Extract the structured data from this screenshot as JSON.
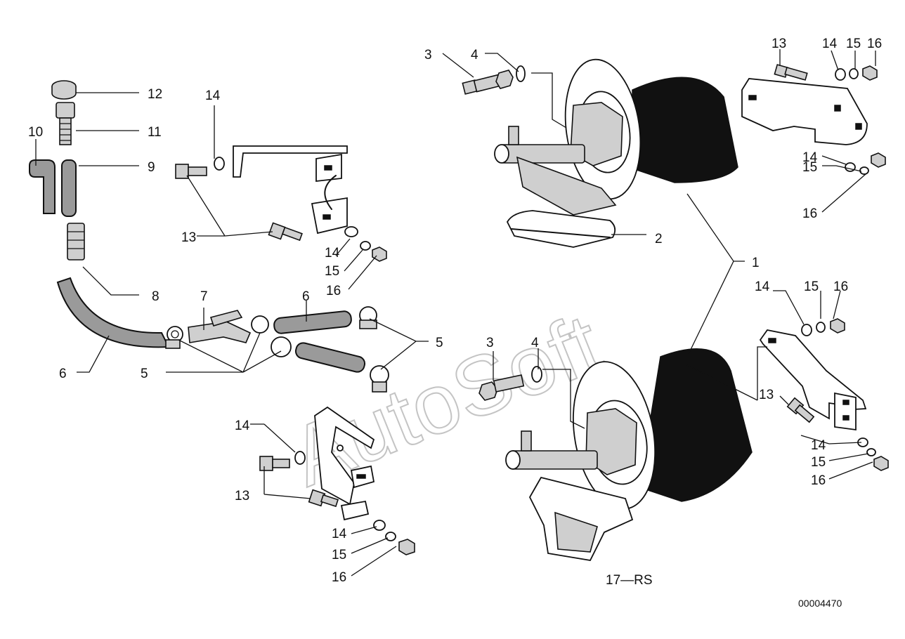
{
  "watermark": "AutoSoft",
  "caption": "17—RS",
  "doc_number": "00004470",
  "callouts": {
    "c1": "1",
    "c2": "2",
    "c3a": "3",
    "c3b": "3",
    "c4a": "4",
    "c4b": "4",
    "c5a": "5",
    "c5b": "5",
    "c6a": "6",
    "c6b": "6",
    "c7": "7",
    "c8": "8",
    "c9": "9",
    "c10": "10",
    "c11": "11",
    "c12": "12",
    "c13a": "13",
    "c13b": "13",
    "c13c": "13",
    "c13d": "13",
    "c14a": "14",
    "c14b": "14",
    "c14c": "14",
    "c14d": "14",
    "c14e": "14",
    "c14f": "14",
    "c14g": "14",
    "c14h": "14",
    "c15a": "15",
    "c15b": "15",
    "c15c": "15",
    "c15d": "15",
    "c15e": "15",
    "c16a": "16",
    "c16b": "16",
    "c16c": "16",
    "c16d": "16",
    "c16e": "16"
  }
}
